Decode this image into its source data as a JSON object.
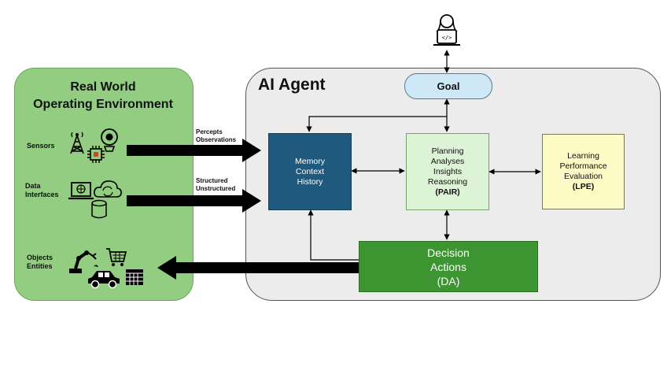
{
  "environment": {
    "title_line1": "Real World",
    "title_line2": "Operating Environment",
    "sensors_label": "Sensors",
    "data_interfaces_line1": "Data",
    "data_interfaces_line2": "Interfaces",
    "objects_line1": "Objects",
    "objects_line2": "Entities"
  },
  "arrows": {
    "percepts": "Percepts",
    "observations": "Observations",
    "structured": "Structured",
    "unstructured": "Unstructured"
  },
  "agent": {
    "title": "AI Agent",
    "goal": "Goal",
    "memory": {
      "line1": "Memory",
      "line2": "Context",
      "line3": "History"
    },
    "pair": {
      "line1": "Planning",
      "line2": "Analyses",
      "line3": "Insights",
      "line4": "Reasoning",
      "abbr": "(PAIR)"
    },
    "lpe": {
      "line1": "Learning",
      "line2": "Performance",
      "line3": "Evaluation",
      "abbr": "(LPE)"
    },
    "decision": {
      "line1": "Decision",
      "line2": "Actions",
      "line3": "(DA)"
    }
  },
  "colors": {
    "environment_fill": "#93cd81",
    "agent_fill": "#ececec",
    "goal_fill": "#cfe8f8",
    "memory_fill": "#1f5a7e",
    "pair_fill": "#ddf3d6",
    "lpe_fill": "#fcfac5",
    "decision_fill": "#3d9532"
  },
  "icons": [
    "developer-person-icon",
    "cell-tower-icon",
    "chip-icon",
    "webcam-icon",
    "laptop-globe-icon",
    "cloud-sync-icon",
    "database-icon",
    "robot-arm-icon",
    "shopping-cart-icon",
    "car-icon",
    "calendar-grid-icon"
  ]
}
